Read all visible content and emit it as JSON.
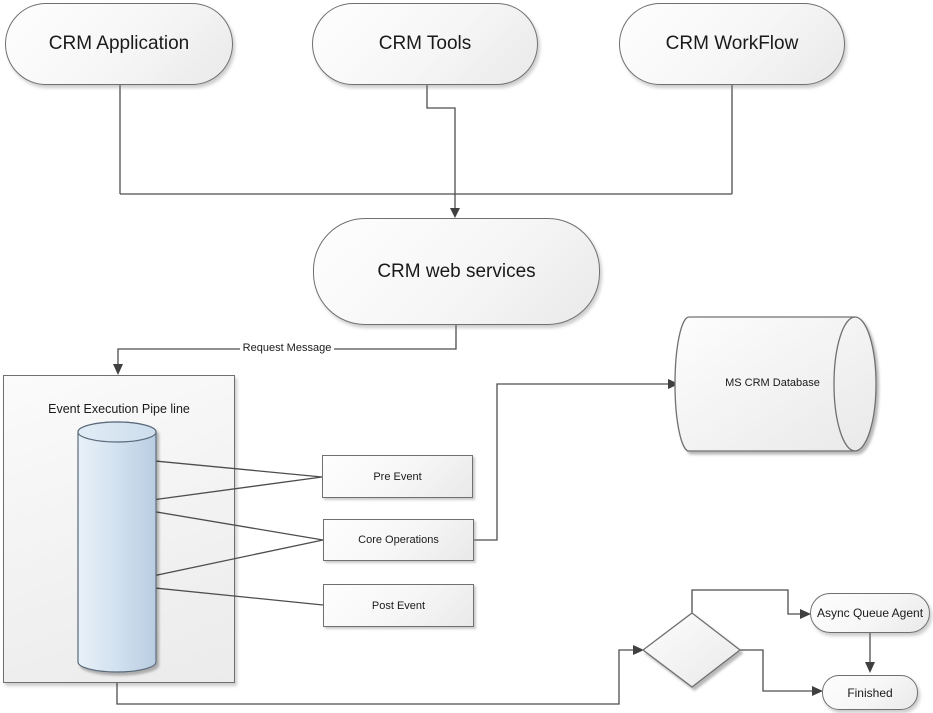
{
  "nodes": {
    "crm_application": "CRM Application",
    "crm_tools": "CRM Tools",
    "crm_workflow": "CRM WorkFlow",
    "crm_web_services": "CRM web services",
    "event_pipeline": "Event Execution Pipe line",
    "pre_event": "Pre Event",
    "core_operations": "Core Operations",
    "post_event": "Post Event",
    "ms_crm_database": "MS CRM Database",
    "async_queue_agent": "Async Queue Agent",
    "finished": "Finished"
  },
  "edge_labels": {
    "request_message": "Request Message"
  },
  "colors": {
    "connector": "#4d4d4d",
    "node_border": "#707070",
    "cylinder_light": "#e9f1f8",
    "cylinder_dark": "#b9cde2",
    "text": "#1a1a1a",
    "background": "#ffffff"
  }
}
